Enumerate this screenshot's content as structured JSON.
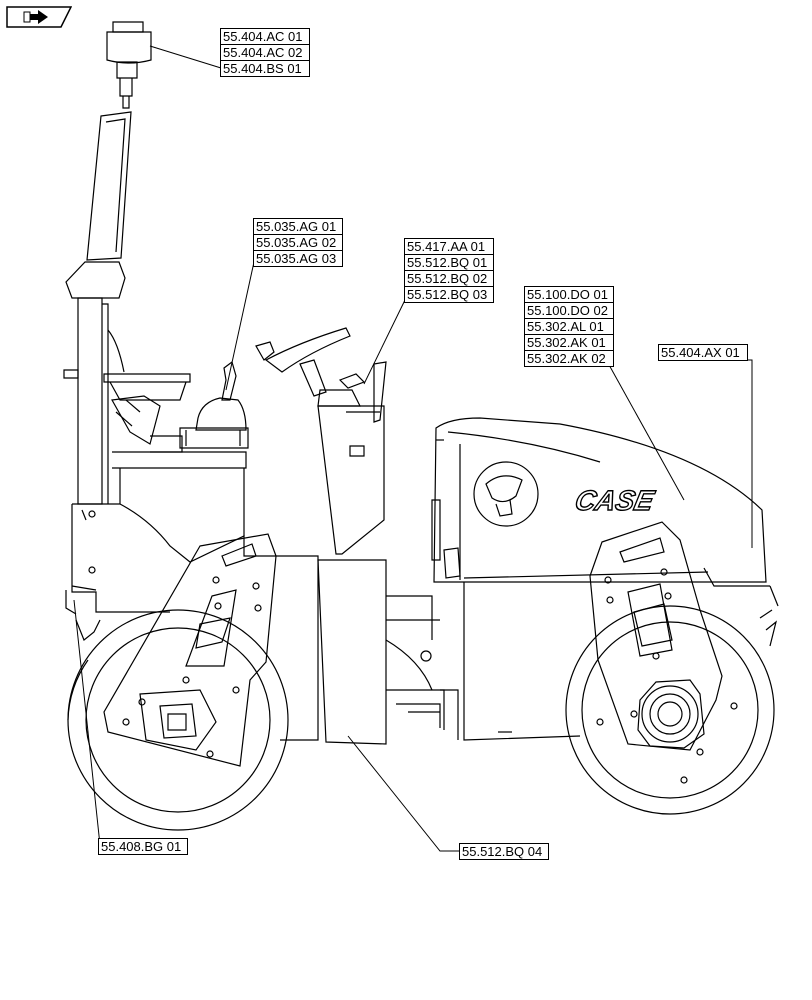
{
  "callouts": {
    "beacon": [
      "55.404.AC 01",
      "55.404.AC 02",
      "55.404.BS 01"
    ],
    "levers": [
      "55.035.AG 01",
      "55.035.AG 02",
      "55.035.AG 03"
    ],
    "steering": [
      "55.417.AA 01",
      "55.512.BQ 01",
      "55.512.BQ 02",
      "55.512.BQ 03"
    ],
    "hood": [
      "55.100.DO 01",
      "55.100.DO 02",
      "55.302.AL 01",
      "55.302.AK 01",
      "55.302.AK 02"
    ],
    "rear": [
      "55.404.AX 01"
    ],
    "front_drum": [
      "55.408.BG 01"
    ],
    "frame": [
      "55.512.BQ 04"
    ]
  },
  "decals": {
    "brand": "CASE"
  },
  "icons": {
    "nav_tab": "arrow-right-icon"
  },
  "colors": {
    "line": "#000000",
    "background": "#ffffff"
  }
}
